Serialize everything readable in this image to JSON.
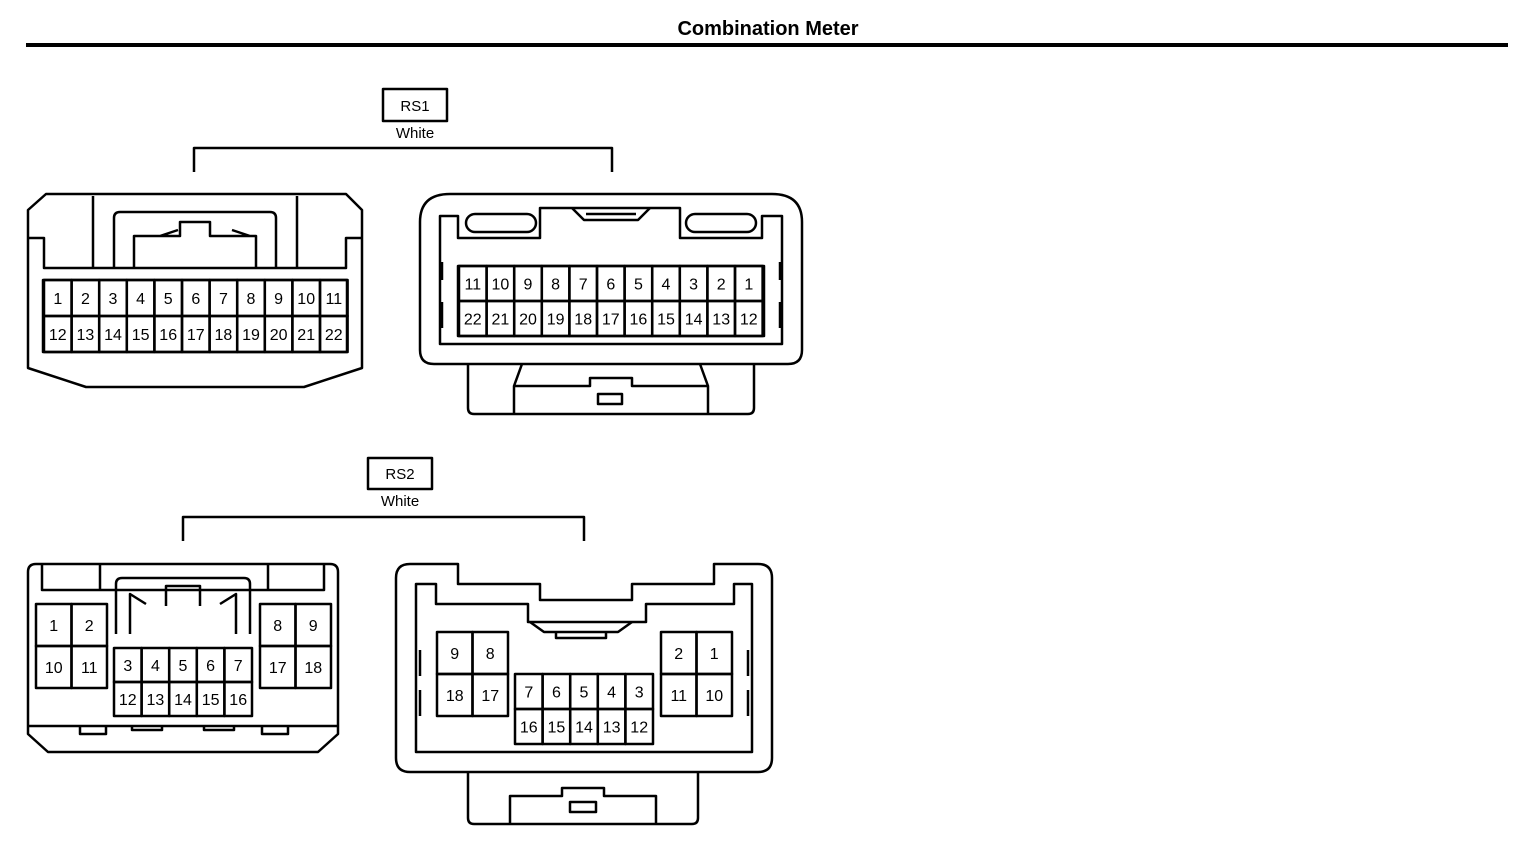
{
  "title": "Combination Meter",
  "connectors": [
    {
      "tag": "RS1",
      "color_label": "White",
      "male": {
        "top": [
          "1",
          "2",
          "3",
          "4",
          "5",
          "6",
          "7",
          "8",
          "9",
          "10",
          "11"
        ],
        "bottom": [
          "12",
          "13",
          "14",
          "15",
          "16",
          "17",
          "18",
          "19",
          "20",
          "21",
          "22"
        ]
      },
      "female": {
        "top": [
          "11",
          "10",
          "9",
          "8",
          "7",
          "6",
          "5",
          "4",
          "3",
          "2",
          "1"
        ],
        "bottom": [
          "22",
          "21",
          "20",
          "19",
          "18",
          "17",
          "16",
          "15",
          "14",
          "13",
          "12"
        ]
      }
    },
    {
      "tag": "RS2",
      "color_label": "White",
      "male": {
        "left": [
          [
            "1",
            "2"
          ],
          [
            "10",
            "11"
          ]
        ],
        "center": [
          [
            "3",
            "4",
            "5",
            "6",
            "7"
          ],
          [
            "12",
            "13",
            "14",
            "15",
            "16"
          ]
        ],
        "right": [
          [
            "8",
            "9"
          ],
          [
            "17",
            "18"
          ]
        ]
      },
      "female": {
        "left": [
          [
            "9",
            "8"
          ],
          [
            "18",
            "17"
          ]
        ],
        "center": [
          [
            "7",
            "6",
            "5",
            "4",
            "3"
          ],
          [
            "16",
            "15",
            "14",
            "13",
            "12"
          ]
        ],
        "right": [
          [
            "2",
            "1"
          ],
          [
            "11",
            "10"
          ]
        ]
      }
    }
  ]
}
